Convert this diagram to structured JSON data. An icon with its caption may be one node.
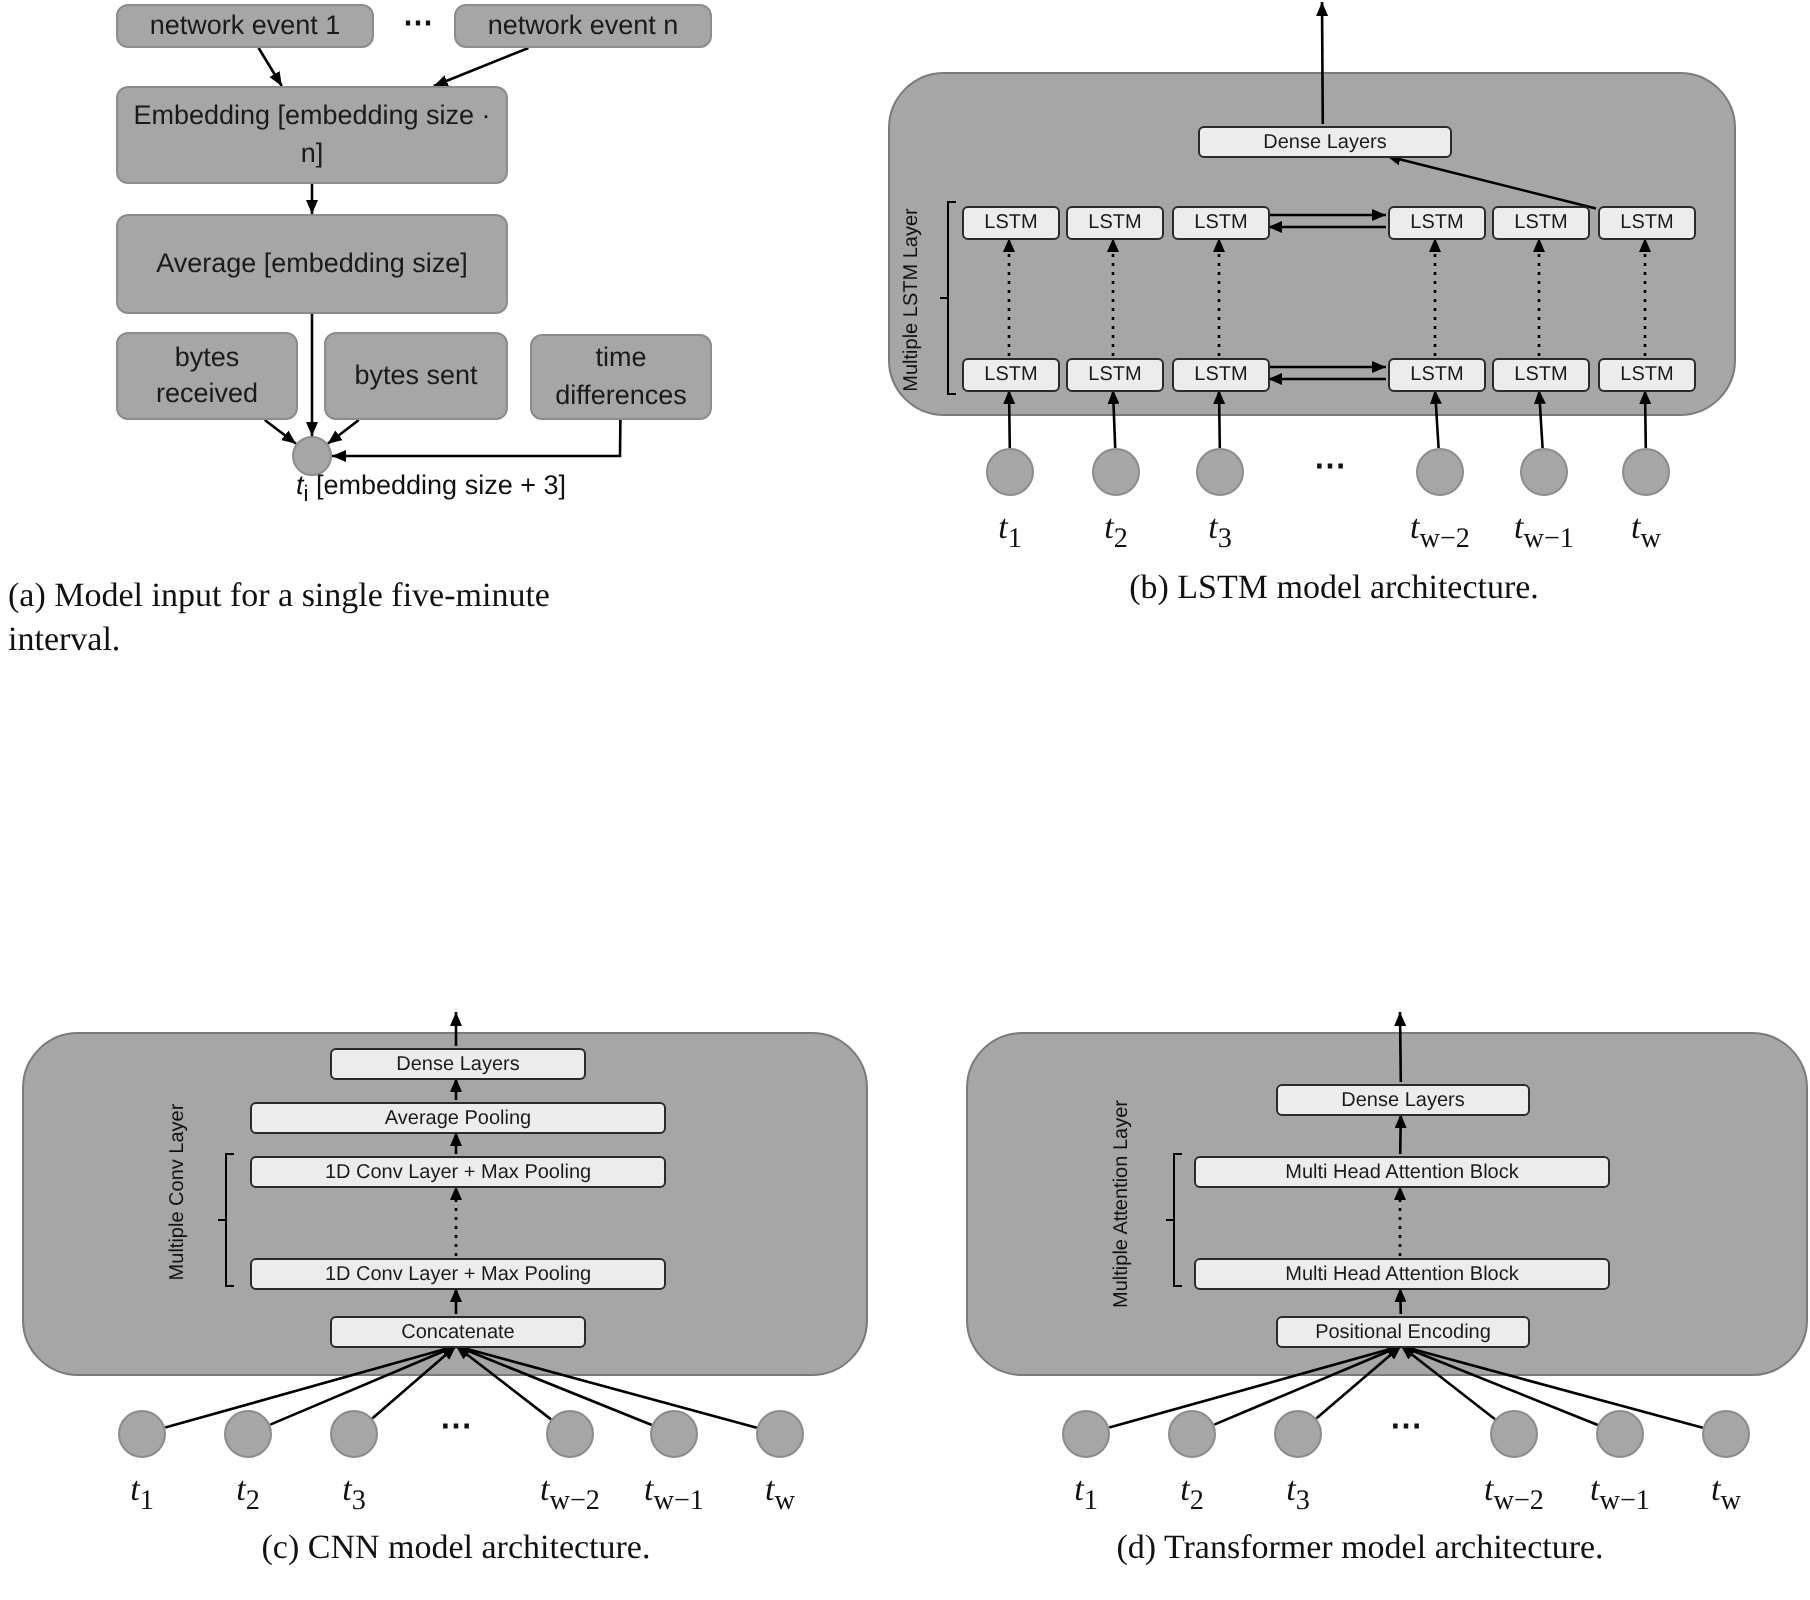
{
  "diagram": {
    "nodes": [
      {
        "text": [
          "network event 1"
        ]
      },
      {
        "text": [
          "network event n"
        ]
      },
      {
        "text": [
          "Embedding [embedding size · n]"
        ]
      },
      {
        "text": [
          "Average [embedding size]"
        ]
      },
      {
        "text": [
          "bytes received"
        ]
      },
      {
        "text": [
          "bytes sent"
        ]
      },
      {
        "text": [
          "time differences"
        ]
      },
      {
        "text": [],
        "shape": "circle",
        "beside": [
          "*t*$_{i}$ [embedding size + 3]"
        ]
      },
      {
        "text": [],
        "shape": "box"
      },
      {
        "text": [
          "Dense Layers"
        ],
        "in": 8
      },
      {
        "text": [
          "LSTM"
        ],
        "in": 8
      },
      {
        "text": [
          "LSTM"
        ],
        "in": 8
      },
      {
        "text": [
          "LSTM"
        ],
        "in": 8
      },
      {
        "text": [
          "LSTM"
        ],
        "in": 8
      },
      {
        "text": [
          "LSTM"
        ],
        "in": 8
      },
      {
        "text": [
          "LSTM"
        ],
        "in": 8
      },
      {
        "text": [
          "LSTM"
        ],
        "in": 8
      },
      {
        "text": [
          "LSTM"
        ],
        "in": 8
      },
      {
        "text": [
          "LSTM"
        ],
        "in": 8
      },
      {
        "text": [
          "LSTM"
        ],
        "in": 8
      },
      {
        "text": [
          "LSTM"
        ],
        "in": 8
      },
      {
        "text": [
          "LSTM"
        ],
        "in": 8
      },
      {
        "text": [],
        "shape": "circle",
        "beside": [
          "*t*$_{1}$"
        ]
      },
      {
        "text": [],
        "shape": "circle",
        "beside": [
          "*t*$_{2}$"
        ]
      },
      {
        "text": [],
        "shape": "circle",
        "beside": [
          "*t*$_{3}$"
        ]
      },
      {
        "text": [],
        "shape": "circle",
        "beside": [
          "*t*$_{w−2}$"
        ]
      },
      {
        "text": [],
        "shape": "circle",
        "beside": [
          "*t*$_{w−1}$"
        ]
      },
      {
        "text": [],
        "shape": "circle",
        "beside": [
          "*t*$_{w}$"
        ]
      },
      {
        "text": [],
        "shape": "box"
      },
      {
        "text": [
          "Dense Layers"
        ],
        "in": 28
      },
      {
        "text": [
          "Average Pooling"
        ],
        "in": 28
      },
      {
        "text": [
          "1D Conv Layer + Max Pooling"
        ],
        "in": 28
      },
      {
        "text": [
          "1D Conv Layer + Max Pooling"
        ],
        "in": 28
      },
      {
        "text": [
          "Concatenate"
        ],
        "in": 28
      },
      {
        "text": [],
        "shape": "circle",
        "beside": [
          "*t*$_{1}$"
        ]
      },
      {
        "text": [],
        "shape": "circle",
        "beside": [
          "*t*$_{2}$"
        ]
      },
      {
        "text": [],
        "shape": "circle",
        "beside": [
          "*t*$_{3}$"
        ]
      },
      {
        "text": [],
        "shape": "circle",
        "beside": [
          "*t*$_{w−2}$"
        ]
      },
      {
        "text": [],
        "shape": "circle",
        "beside": [
          "*t*$_{w−1}$"
        ]
      },
      {
        "text": [],
        "shape": "circle",
        "beside": [
          "*t*$_{w}$"
        ]
      },
      {
        "text": [],
        "shape": "box"
      },
      {
        "text": [
          "Dense Layers"
        ],
        "in": 40
      },
      {
        "text": [
          "Multi Head Attention Block"
        ],
        "in": 40
      },
      {
        "text": [
          "Multi Head Attention Block"
        ],
        "in": 40
      },
      {
        "text": [
          "Positional Encoding"
        ],
        "in": 40
      },
      {
        "text": [],
        "shape": "circle",
        "beside": [
          "*t*$_{1}$"
        ]
      },
      {
        "text": [],
        "shape": "circle",
        "beside": [
          "*t*$_{2}$"
        ]
      },
      {
        "text": [],
        "shape": "circle",
        "beside": [
          "*t*$_{3}$"
        ]
      },
      {
        "text": [],
        "shape": "circle",
        "beside": [
          "*t*$_{w−2}$"
        ]
      },
      {
        "text": [],
        "shape": "circle",
        "beside": [
          "*t*$_{w−1}$"
        ]
      },
      {
        "text": [],
        "shape": "circle",
        "beside": [
          "*t*$_{w}$"
        ]
      }
    ],
    "edges": [
      {
        "from": 0,
        "to": 2,
        "arrow": "to"
      },
      {
        "from": 1,
        "to": 2,
        "arrow": "to"
      },
      {
        "from": 2,
        "to": 3,
        "arrow": "to"
      },
      {
        "from": 3,
        "to": 7,
        "arrow": "to"
      },
      {
        "from": 4,
        "to": 7,
        "arrow": "to"
      },
      {
        "from": 5,
        "to": 7,
        "arrow": "to"
      },
      {
        "from": 6,
        "to": 7,
        "arrow": "to"
      },
      {
        "from": 9,
        "to": null,
        "arrow": "to"
      },
      {
        "from": 15,
        "to": 9,
        "arrow": "to"
      },
      {
        "from": 12,
        "to": 13,
        "arrow": "to"
      },
      {
        "from": 13,
        "to": 12,
        "arrow": "to"
      },
      {
        "from": 18,
        "to": 19,
        "arrow": "to"
      },
      {
        "from": 19,
        "to": 18,
        "arrow": "to"
      },
      {
        "from": 16,
        "to": 10,
        "arrow": "to",
        "style": "dashed"
      },
      {
        "from": 17,
        "to": 11,
        "arrow": "to",
        "style": "dashed"
      },
      {
        "from": 18,
        "to": 12,
        "arrow": "to",
        "style": "dashed"
      },
      {
        "from": 19,
        "to": 13,
        "arrow": "to",
        "style": "dashed"
      },
      {
        "from": 20,
        "to": 14,
        "arrow": "to",
        "style": "dashed"
      },
      {
        "from": 21,
        "to": 15,
        "arrow": "to",
        "style": "dashed"
      },
      {
        "from": 22,
        "to": 16,
        "arrow": "to"
      },
      {
        "from": 23,
        "to": 17,
        "arrow": "to"
      },
      {
        "from": 24,
        "to": 18,
        "arrow": "to"
      },
      {
        "from": 25,
        "to": 19,
        "arrow": "to"
      },
      {
        "from": 26,
        "to": 20,
        "arrow": "to"
      },
      {
        "from": 27,
        "to": 21,
        "arrow": "to"
      },
      {
        "from": 29,
        "to": null,
        "arrow": "to"
      },
      {
        "from": 30,
        "to": 29,
        "arrow": "to"
      },
      {
        "from": 31,
        "to": 30,
        "arrow": "to"
      },
      {
        "from": 32,
        "to": 31,
        "arrow": "to",
        "style": "dashed"
      },
      {
        "from": 33,
        "to": 32,
        "arrow": "to"
      },
      {
        "from": 34,
        "to": 33,
        "arrow": "to"
      },
      {
        "from": 35,
        "to": 33,
        "arrow": "to"
      },
      {
        "from": 36,
        "to": 33,
        "arrow": "to"
      },
      {
        "from": 37,
        "to": 33,
        "arrow": "to"
      },
      {
        "from": 38,
        "to": 33,
        "arrow": "to"
      },
      {
        "from": 39,
        "to": 33,
        "arrow": "to"
      },
      {
        "from": 41,
        "to": null,
        "arrow": "to"
      },
      {
        "from": 42,
        "to": 41,
        "arrow": "to"
      },
      {
        "from": 43,
        "to": 42,
        "arrow": "to",
        "style": "dashed"
      },
      {
        "from": 44,
        "to": 43,
        "arrow": "to"
      },
      {
        "from": 45,
        "to": 44,
        "arrow": "to"
      },
      {
        "from": 46,
        "to": 44,
        "arrow": "to"
      },
      {
        "from": 47,
        "to": 44,
        "arrow": "to"
      },
      {
        "from": 48,
        "to": 44,
        "arrow": "to"
      },
      {
        "from": 49,
        "to": 44,
        "arrow": "to"
      },
      {
        "from": 50,
        "to": 44,
        "arrow": "to"
      }
    ],
    "labels": [
      "⋯",
      "(a) Model input for a single five-minute interval.",
      "Multiple LSTM Layer",
      "⋯",
      "(b) LSTM model architecture.",
      "Multiple Conv Layer",
      "⋯",
      "(c) CNN model architecture.",
      "Multiple Attention Layer",
      "⋯",
      "(d) Transformer model architecture."
    ]
  }
}
